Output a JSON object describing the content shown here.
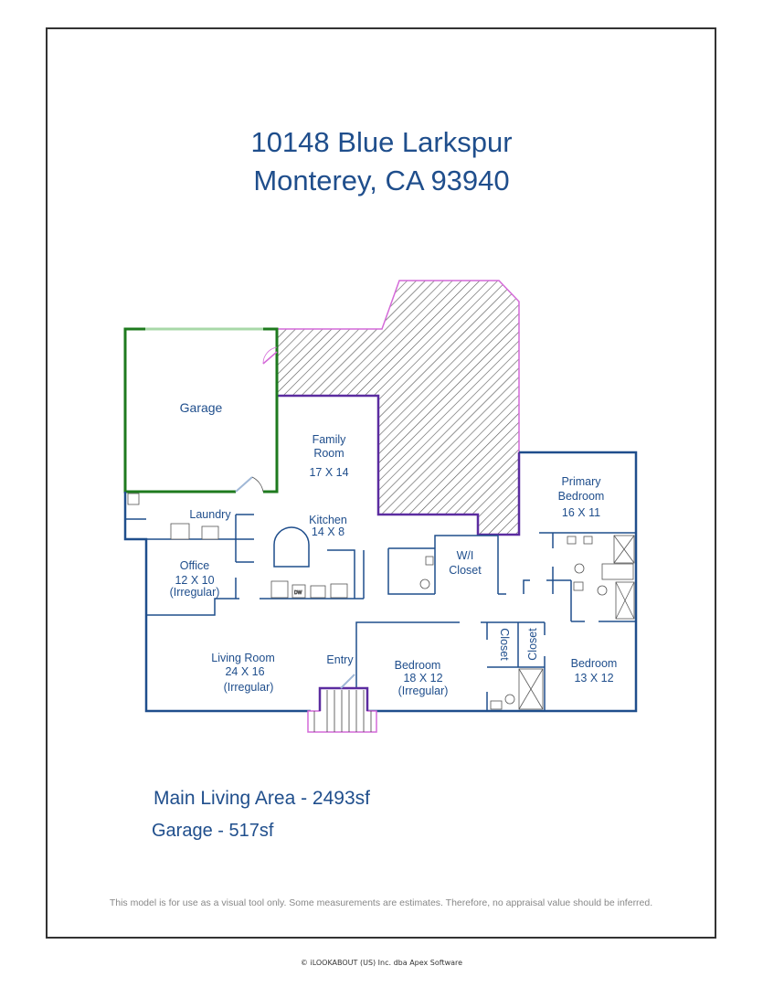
{
  "header": {
    "address_line1": "10148 Blue Larkspur",
    "address_line2": "Monterey, CA 93940"
  },
  "rooms": [
    {
      "name": "Garage",
      "dims": ""
    },
    {
      "name": "Family Room",
      "line1": "Family",
      "line2": "Room",
      "dims": "17 X 14"
    },
    {
      "name": "Primary Bedroom",
      "line1": "Primary",
      "line2": "Bedroom",
      "dims": "16 X 11"
    },
    {
      "name": "Laundry",
      "dims": ""
    },
    {
      "name": "Kitchen",
      "dims": "14 X 8"
    },
    {
      "name": "Office",
      "dims": "12 X 10",
      "note": "(Irregular)"
    },
    {
      "name": "W/I Closet",
      "line1": "W/I",
      "line2": "Closet",
      "dims": ""
    },
    {
      "name": "Living Room",
      "dims": "24 X 16",
      "note": "(Irregular)"
    },
    {
      "name": "Entry",
      "dims": ""
    },
    {
      "name": "Bedroom",
      "dims": "18 X 12",
      "note": "(Irregular)"
    },
    {
      "name": "Closet",
      "dims": ""
    },
    {
      "name": "Closet",
      "dims": ""
    },
    {
      "name": "Bedroom",
      "dims": "13 X 12"
    }
  ],
  "fixtures": {
    "dishwasher_label": "DW"
  },
  "areas": {
    "main_living": "Main Living Area - 2493sf",
    "garage": "Garage - 517sf"
  },
  "disclaimer": "This model is for use as a visual tool only. Some measurements are estimates. Therefore, no appraisal value should be inferred.",
  "copyright": "© iLOOKABOUT (US) Inc. dba Apex Software",
  "colors": {
    "wall": "#1f4e8c",
    "garage_wall": "#1e7a1e",
    "deck_outline": "#d46ad8",
    "deck_edge": "#5b2ca0",
    "title": "#1f4e8c"
  }
}
